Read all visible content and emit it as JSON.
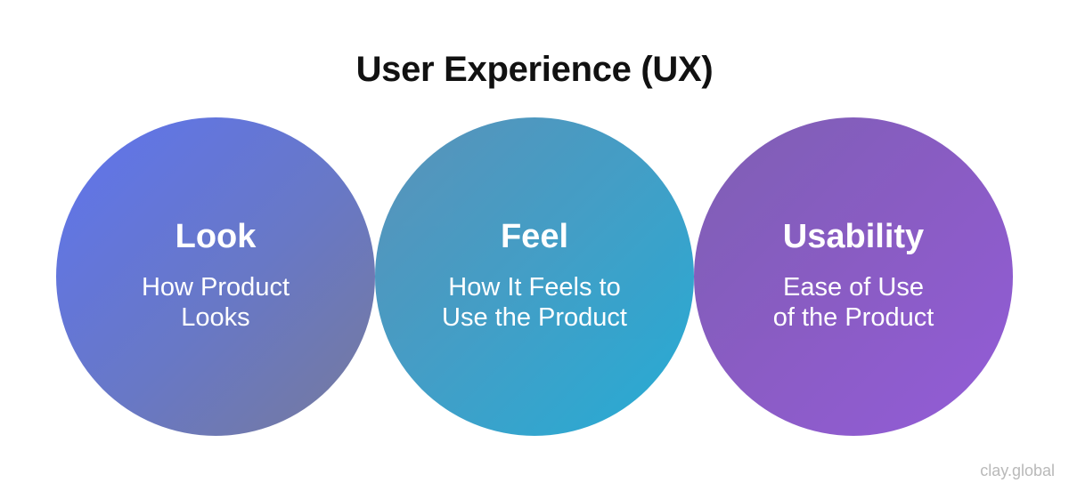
{
  "title": "User Experience (UX)",
  "pillars": [
    {
      "heading": "Look",
      "description_line1": "How Product",
      "description_line2": "Looks"
    },
    {
      "heading": "Feel",
      "description_line1": "How It Feels to",
      "description_line2": "Use the Product"
    },
    {
      "heading": "Usability",
      "description_line1": "Ease of Use",
      "description_line2": "of the Product"
    }
  ],
  "watermark": "clay.global",
  "colors": {
    "look": "#6576d6",
    "feel": "#3399c8",
    "usability": "#8757c6",
    "title_text": "#111111",
    "watermark_text": "#b9b9b9"
  }
}
